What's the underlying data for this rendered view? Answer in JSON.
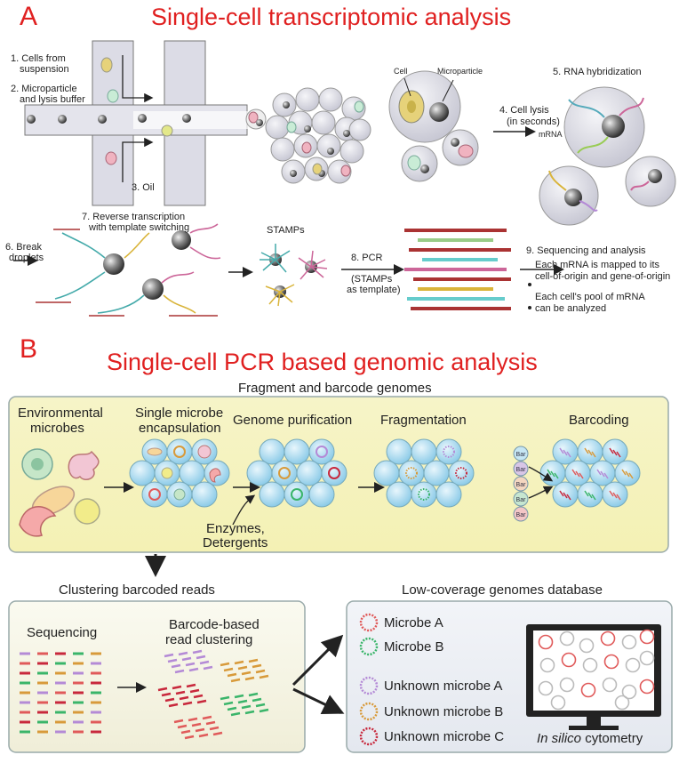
{
  "panel_a": {
    "letter": "A",
    "title": "Single-cell transcriptomic analysis",
    "steps": {
      "s1": "1. Cells from",
      "s1b": "suspension",
      "s2": "2. Microparticle",
      "s2b": "and lysis buffer",
      "s3": "3. Oil",
      "cell": "Cell",
      "microparticle": "Microparticle",
      "s4": "4. Cell lysis",
      "s4b": "(in seconds)",
      "s5": "5. RNA hybridization",
      "mrna": "mRNA",
      "s6": "6. Break",
      "s6b": "droplets",
      "s7": "7. Reverse transcription",
      "s7b": "with template switching",
      "stamps": "STAMPs",
      "s8": "8. PCR",
      "s8b": "(STAMPs",
      "s8c": "as template)",
      "s9": "9. Sequencing and analysis",
      "b1": "Each mRNA is mapped to its",
      "b1b": "cell-of-origin and gene-of-origin",
      "b2": "Each cell's pool of mRNA",
      "b2b": "can be analyzed"
    }
  },
  "panel_b": {
    "letter": "B",
    "title": "Single-cell PCR based genomic analysis",
    "top_header": "Fragment and barcode genomes",
    "stages": {
      "env": "Environmental",
      "env_b": "microbes",
      "enc": "Single microbe",
      "enc_b": "encapsulation",
      "pur": "Genome purification",
      "frag": "Fragmentation",
      "bar": "Barcoding",
      "enz": "Enzymes,",
      "enz_b": "Detergents"
    },
    "cluster_header": "Clustering barcoded reads",
    "db_header": "Low-coverage genomes database",
    "sequencing": "Sequencing",
    "bbrc": "Barcode-based",
    "bbrc_b": "read clustering",
    "legend": [
      "Microbe A",
      "Microbe B",
      "Unknown microbe A",
      "Unknown microbe B",
      "Unknown microbe C"
    ],
    "in_silico_italic": "In silico",
    "cytometry": " cytometry",
    "bar_tag": "Bar"
  },
  "colors": {
    "title_red": "#e02020",
    "box_fill_top": "#f6f4c8",
    "drop_blue": "#b8dff2",
    "microbe_a": "#e05a5a",
    "microbe_b": "#3ab56a",
    "unknown_a": "#b48ad6",
    "unknown_b": "#d89a3a",
    "unknown_c": "#c8283c"
  }
}
